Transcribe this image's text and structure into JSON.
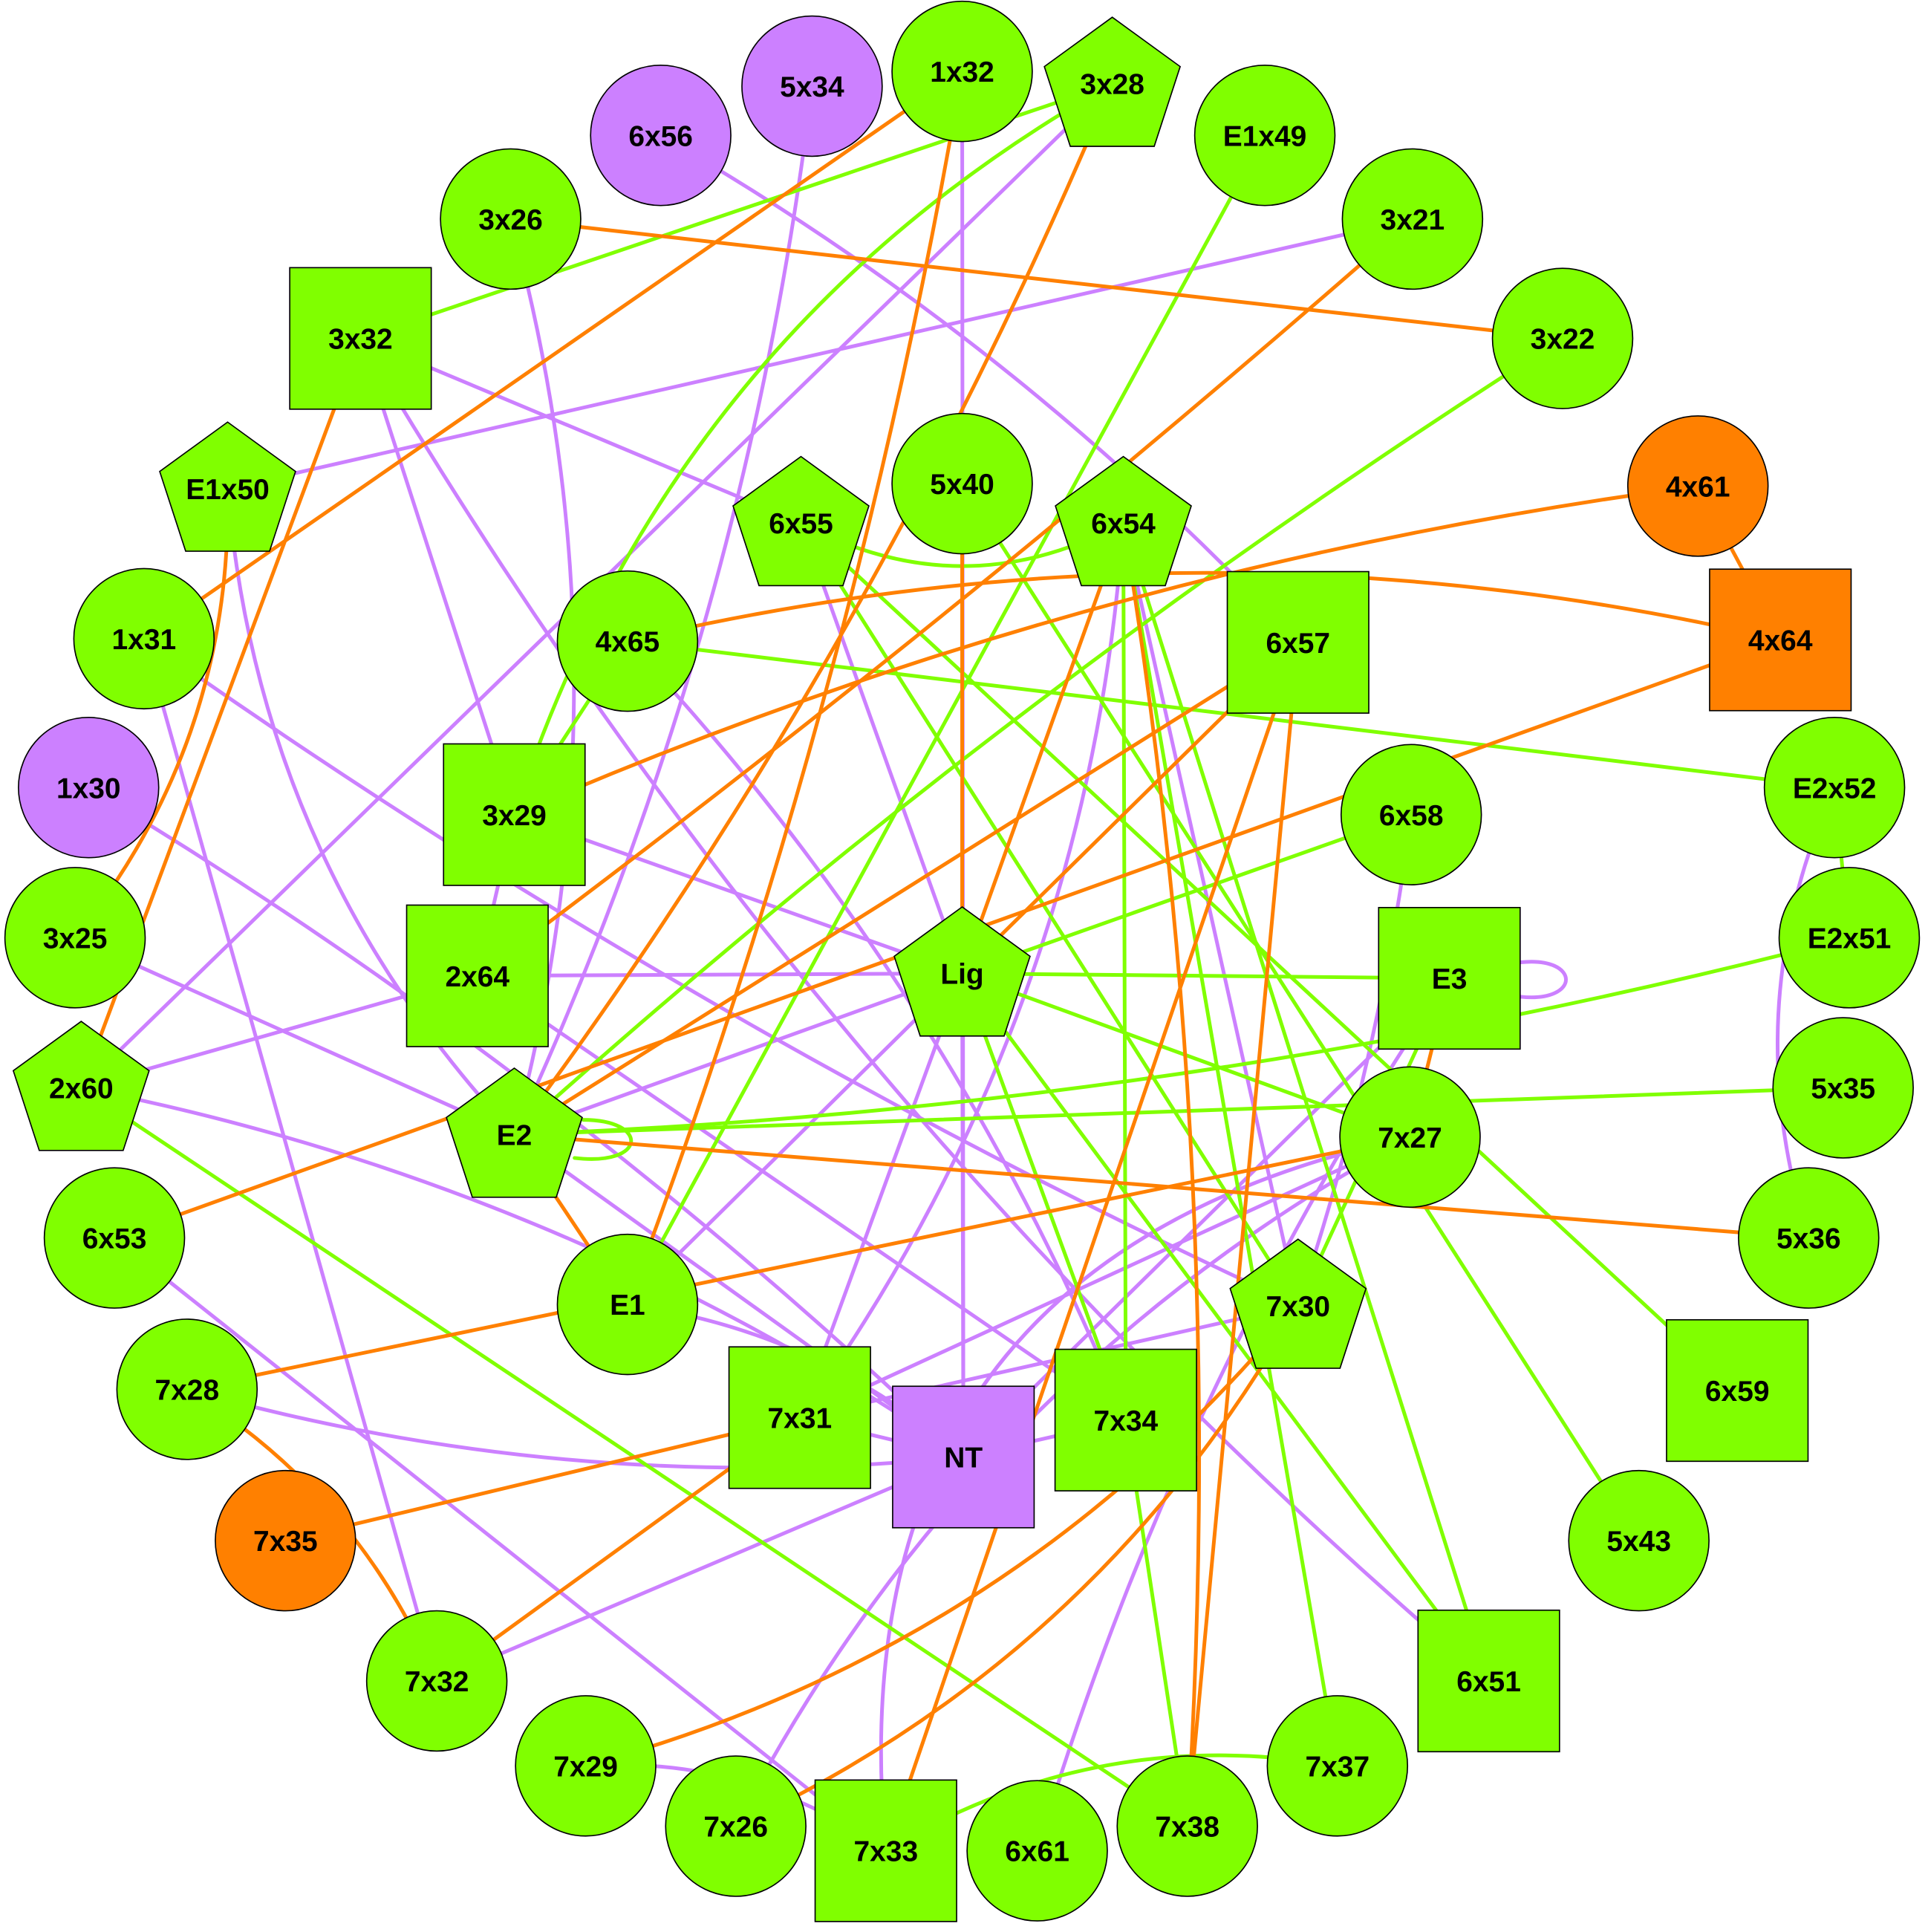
{
  "diagram": {
    "palette": {
      "green": "#80FF00",
      "purple": "#CC80FF",
      "orange": "#FF8000",
      "node_border": "#000000",
      "label": "#000000"
    },
    "nodes": [
      {
        "id": "5x34",
        "label": "5x34",
        "shape": "circle",
        "color": "purple"
      },
      {
        "id": "1x32",
        "label": "1x32",
        "shape": "circle",
        "color": "green"
      },
      {
        "id": "3x28",
        "label": "3x28",
        "shape": "pentagon",
        "color": "green"
      },
      {
        "id": "E1x49",
        "label": "E1x49",
        "shape": "circle",
        "color": "green"
      },
      {
        "id": "3x21",
        "label": "3x21",
        "shape": "circle",
        "color": "green"
      },
      {
        "id": "3x22",
        "label": "3x22",
        "shape": "circle",
        "color": "green"
      },
      {
        "id": "4x61",
        "label": "4x61",
        "shape": "circle",
        "color": "orange"
      },
      {
        "id": "4x64",
        "label": "4x64",
        "shape": "square",
        "color": "orange"
      },
      {
        "id": "E2x52",
        "label": "E2x52",
        "shape": "circle",
        "color": "green"
      },
      {
        "id": "E2x51",
        "label": "E2x51",
        "shape": "circle",
        "color": "green"
      },
      {
        "id": "5x35",
        "label": "5x35",
        "shape": "circle",
        "color": "green"
      },
      {
        "id": "5x36",
        "label": "5x36",
        "shape": "circle",
        "color": "green"
      },
      {
        "id": "6x59",
        "label": "6x59",
        "shape": "square",
        "color": "green"
      },
      {
        "id": "5x43",
        "label": "5x43",
        "shape": "circle",
        "color": "green"
      },
      {
        "id": "6x51",
        "label": "6x51",
        "shape": "square",
        "color": "green"
      },
      {
        "id": "7x37",
        "label": "7x37",
        "shape": "circle",
        "color": "green"
      },
      {
        "id": "7x38",
        "label": "7x38",
        "shape": "circle",
        "color": "green"
      },
      {
        "id": "6x61",
        "label": "6x61",
        "shape": "circle",
        "color": "green"
      },
      {
        "id": "7x33",
        "label": "7x33",
        "shape": "square",
        "color": "green"
      },
      {
        "id": "7x26",
        "label": "7x26",
        "shape": "circle",
        "color": "green"
      },
      {
        "id": "7x29",
        "label": "7x29",
        "shape": "circle",
        "color": "green"
      },
      {
        "id": "7x32",
        "label": "7x32",
        "shape": "circle",
        "color": "green"
      },
      {
        "id": "7x35",
        "label": "7x35",
        "shape": "circle",
        "color": "orange"
      },
      {
        "id": "7x28",
        "label": "7x28",
        "shape": "circle",
        "color": "green"
      },
      {
        "id": "6x53",
        "label": "6x53",
        "shape": "circle",
        "color": "green"
      },
      {
        "id": "2x60",
        "label": "2x60",
        "shape": "pentagon",
        "color": "green"
      },
      {
        "id": "3x25",
        "label": "3x25",
        "shape": "circle",
        "color": "green"
      },
      {
        "id": "1x30",
        "label": "1x30",
        "shape": "circle",
        "color": "purple"
      },
      {
        "id": "1x31",
        "label": "1x31",
        "shape": "circle",
        "color": "green"
      },
      {
        "id": "E1x50",
        "label": "E1x50",
        "shape": "pentagon",
        "color": "green"
      },
      {
        "id": "3x32",
        "label": "3x32",
        "shape": "square",
        "color": "green"
      },
      {
        "id": "3x26",
        "label": "3x26",
        "shape": "circle",
        "color": "green"
      },
      {
        "id": "6x56",
        "label": "6x56",
        "shape": "circle",
        "color": "purple"
      },
      {
        "id": "6x55",
        "label": "6x55",
        "shape": "pentagon",
        "color": "green"
      },
      {
        "id": "5x40",
        "label": "5x40",
        "shape": "circle",
        "color": "green"
      },
      {
        "id": "6x54",
        "label": "6x54",
        "shape": "pentagon",
        "color": "green"
      },
      {
        "id": "6x57",
        "label": "6x57",
        "shape": "square",
        "color": "green"
      },
      {
        "id": "6x58",
        "label": "6x58",
        "shape": "circle",
        "color": "green"
      },
      {
        "id": "E3",
        "label": "E3",
        "shape": "square",
        "color": "green"
      },
      {
        "id": "7x27",
        "label": "7x27",
        "shape": "circle",
        "color": "green"
      },
      {
        "id": "7x30",
        "label": "7x30",
        "shape": "pentagon",
        "color": "green"
      },
      {
        "id": "7x34",
        "label": "7x34",
        "shape": "square",
        "color": "green"
      },
      {
        "id": "NT",
        "label": "NT",
        "shape": "square",
        "color": "purple"
      },
      {
        "id": "7x31",
        "label": "7x31",
        "shape": "square",
        "color": "green"
      },
      {
        "id": "E1",
        "label": "E1",
        "shape": "circle",
        "color": "green"
      },
      {
        "id": "E2",
        "label": "E2",
        "shape": "pentagon",
        "color": "green"
      },
      {
        "id": "2x64",
        "label": "2x64",
        "shape": "square",
        "color": "green"
      },
      {
        "id": "3x29",
        "label": "3x29",
        "shape": "square",
        "color": "green"
      },
      {
        "id": "4x65",
        "label": "4x65",
        "shape": "circle",
        "color": "green"
      },
      {
        "id": "Lig",
        "label": "Lig",
        "shape": "pentagon",
        "color": "green"
      }
    ],
    "edges": [
      {
        "source": "6x56",
        "target": "6x57",
        "type": "purple"
      },
      {
        "source": "5x34",
        "target": "E2",
        "type": "purple"
      },
      {
        "source": "1x32",
        "target": "NT",
        "type": "purple"
      },
      {
        "source": "3x28",
        "target": "2x60",
        "type": "purple"
      },
      {
        "source": "3x21",
        "target": "E1x50",
        "type": "purple"
      },
      {
        "source": "3x32",
        "target": "6x55",
        "type": "purple"
      },
      {
        "source": "3x32",
        "target": "3x29",
        "type": "purple"
      },
      {
        "source": "3x32",
        "target": "6x51",
        "type": "purple"
      },
      {
        "source": "3x26",
        "target": "E2",
        "type": "purple"
      },
      {
        "source": "E1x50",
        "target": "E2",
        "type": "purple"
      },
      {
        "source": "1x31",
        "target": "7x32",
        "type": "purple"
      },
      {
        "source": "1x31",
        "target": "7x30",
        "type": "purple"
      },
      {
        "source": "1x30",
        "target": "NT",
        "type": "purple"
      },
      {
        "source": "3x25",
        "target": "E2",
        "type": "purple"
      },
      {
        "source": "E2",
        "target": "NT",
        "type": "purple"
      },
      {
        "source": "2x60",
        "target": "2x64",
        "type": "purple"
      },
      {
        "source": "2x60",
        "target": "NT",
        "type": "purple"
      },
      {
        "source": "6x53",
        "target": "7x33",
        "type": "purple"
      },
      {
        "source": "7x28",
        "target": "NT",
        "type": "purple"
      },
      {
        "source": "7x32",
        "target": "NT",
        "type": "purple"
      },
      {
        "source": "7x29",
        "target": "7x33",
        "type": "purple"
      },
      {
        "source": "3x29",
        "target": "Lig",
        "type": "purple"
      },
      {
        "source": "3x29",
        "target": "2x64",
        "type": "purple"
      },
      {
        "source": "2x64",
        "target": "Lig",
        "type": "purple"
      },
      {
        "source": "2x64",
        "target": "7x34",
        "type": "purple"
      },
      {
        "source": "4x65",
        "target": "7x34",
        "type": "purple"
      },
      {
        "source": "6x55",
        "target": "Lig",
        "type": "purple"
      },
      {
        "source": "Lig",
        "target": "NT",
        "type": "purple"
      },
      {
        "source": "Lig",
        "target": "E2",
        "type": "purple"
      },
      {
        "source": "Lig",
        "target": "E1",
        "type": "purple"
      },
      {
        "source": "Lig",
        "target": "7x31",
        "type": "purple"
      },
      {
        "source": "E1",
        "target": "NT",
        "type": "purple"
      },
      {
        "source": "6x54",
        "target": "7x30",
        "type": "purple"
      },
      {
        "source": "6x54",
        "target": "7x31",
        "type": "purple"
      },
      {
        "source": "6x58",
        "target": "7x30",
        "type": "purple"
      },
      {
        "source": "E3",
        "target": "NT",
        "type": "purple"
      },
      {
        "source": "E3",
        "target": "6x61",
        "type": "purple"
      },
      {
        "source": "E3",
        "target": "E3",
        "type": "purple"
      },
      {
        "source": "7x27",
        "target": "7x26",
        "type": "purple"
      },
      {
        "source": "7x27",
        "target": "7x33",
        "type": "purple"
      },
      {
        "source": "7x31",
        "target": "7x27",
        "type": "purple"
      },
      {
        "source": "7x31",
        "target": "7x30",
        "type": "purple"
      },
      {
        "source": "7x31",
        "target": "NT",
        "type": "purple"
      },
      {
        "source": "NT",
        "target": "7x34",
        "type": "purple"
      },
      {
        "source": "E2x52",
        "target": "5x36",
        "type": "purple"
      },
      {
        "source": "3x28",
        "target": "3x32",
        "type": "green"
      },
      {
        "source": "3x28",
        "target": "3x29",
        "type": "green"
      },
      {
        "source": "3x29",
        "target": "4x65",
        "type": "green"
      },
      {
        "source": "E1x49",
        "target": "E1",
        "type": "green"
      },
      {
        "source": "3x22",
        "target": "E2",
        "type": "green"
      },
      {
        "source": "6x55",
        "target": "6x54",
        "type": "green"
      },
      {
        "source": "6x55",
        "target": "6x59",
        "type": "green"
      },
      {
        "source": "6x55",
        "target": "7x30",
        "type": "green"
      },
      {
        "source": "5x40",
        "target": "5x43",
        "type": "green"
      },
      {
        "source": "6x54",
        "target": "7x34",
        "type": "green"
      },
      {
        "source": "6x54",
        "target": "7x37",
        "type": "green"
      },
      {
        "source": "6x54",
        "target": "6x51",
        "type": "green"
      },
      {
        "source": "Lig",
        "target": "6x58",
        "type": "green"
      },
      {
        "source": "Lig",
        "target": "E3",
        "type": "green"
      },
      {
        "source": "Lig",
        "target": "7x27",
        "type": "green"
      },
      {
        "source": "Lig",
        "target": "6x51",
        "type": "green"
      },
      {
        "source": "Lig",
        "target": "7x34",
        "type": "green"
      },
      {
        "source": "4x65",
        "target": "E2x52",
        "type": "green"
      },
      {
        "source": "E2x52",
        "target": "E2x51",
        "type": "green"
      },
      {
        "source": "E2",
        "target": "E2x51",
        "type": "green"
      },
      {
        "source": "E2",
        "target": "5x35",
        "type": "green"
      },
      {
        "source": "E2",
        "target": "E2",
        "type": "green"
      },
      {
        "source": "2x60",
        "target": "7x38",
        "type": "green"
      },
      {
        "source": "7x34",
        "target": "7x38",
        "type": "green"
      },
      {
        "source": "7x33",
        "target": "7x37",
        "type": "green"
      },
      {
        "source": "7x30",
        "target": "E3",
        "type": "green"
      },
      {
        "source": "1x32",
        "target": "1x31",
        "type": "orange"
      },
      {
        "source": "1x32",
        "target": "E1",
        "type": "orange"
      },
      {
        "source": "3x28",
        "target": "E2",
        "type": "orange"
      },
      {
        "source": "3x26",
        "target": "3x22",
        "type": "orange"
      },
      {
        "source": "3x21",
        "target": "2x64",
        "type": "orange"
      },
      {
        "source": "3x32",
        "target": "2x60",
        "type": "orange"
      },
      {
        "source": "E1x50",
        "target": "3x25",
        "type": "orange"
      },
      {
        "source": "4x61",
        "target": "4x64",
        "type": "orange"
      },
      {
        "source": "4x61",
        "target": "3x29",
        "type": "orange"
      },
      {
        "source": "4x65",
        "target": "4x64",
        "type": "orange"
      },
      {
        "source": "6x53",
        "target": "4x64",
        "type": "orange"
      },
      {
        "source": "5x40",
        "target": "Lig",
        "type": "orange"
      },
      {
        "source": "6x54",
        "target": "Lig",
        "type": "orange"
      },
      {
        "source": "6x54",
        "target": "7x38",
        "type": "orange"
      },
      {
        "source": "6x57",
        "target": "Lig",
        "type": "orange"
      },
      {
        "source": "6x57",
        "target": "E2",
        "type": "orange"
      },
      {
        "source": "6x57",
        "target": "7x33",
        "type": "orange"
      },
      {
        "source": "6x57",
        "target": "7x38",
        "type": "orange"
      },
      {
        "source": "E3",
        "target": "7x27",
        "type": "orange"
      },
      {
        "source": "7x28",
        "target": "7x27",
        "type": "orange"
      },
      {
        "source": "E2",
        "target": "5x36",
        "type": "orange"
      },
      {
        "source": "E2",
        "target": "E1",
        "type": "orange"
      },
      {
        "source": "7x30",
        "target": "7x29",
        "type": "orange"
      },
      {
        "source": "7x30",
        "target": "7x26",
        "type": "orange"
      },
      {
        "source": "7x31",
        "target": "7x35",
        "type": "orange"
      },
      {
        "source": "7x31",
        "target": "7x32",
        "type": "orange"
      },
      {
        "source": "7x28",
        "target": "7x32",
        "type": "orange"
      }
    ]
  }
}
